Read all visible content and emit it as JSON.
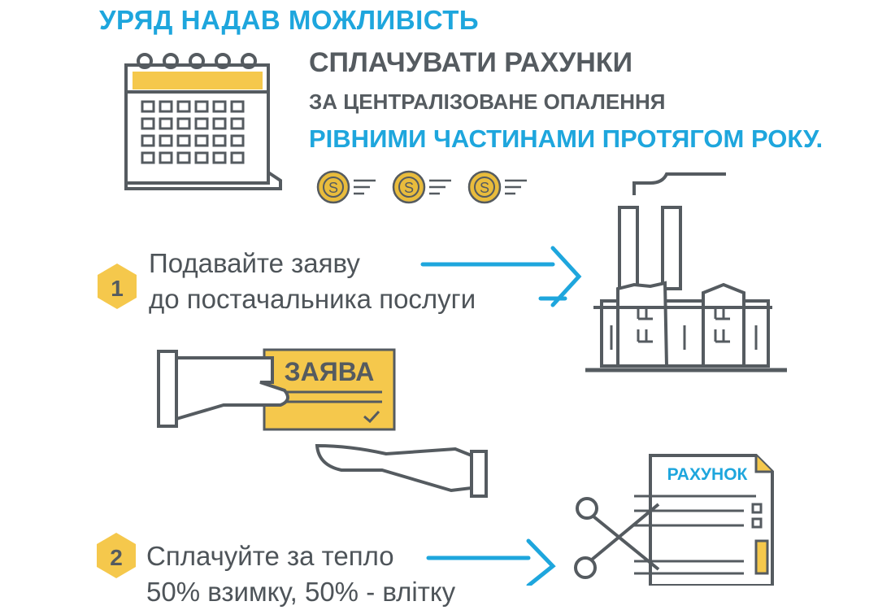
{
  "header": {
    "top_line": "УРЯД НАДАВ МОЖЛИВІСТЬ",
    "main_line": "СПЛАЧУВАТИ РАХУНКИ",
    "sub_line": "ЗА ЦЕНТРАЛІЗОВАНЕ ОПАЛЕННЯ",
    "blue_line": "РІВНИМИ ЧАСТИНАМИ ПРОТЯГОМ РОКУ."
  },
  "steps": [
    {
      "number": "1",
      "line1": "Подавайте заяву",
      "line2": "до постачальника послуги"
    },
    {
      "number": "2",
      "line1": "Сплачуйте за тепло",
      "line2": "50% взимку, 50% - влітку"
    }
  ],
  "labels": {
    "application": "ЗАЯВА",
    "invoice": "РАХУНОК",
    "coin_symbol": "S"
  },
  "colors": {
    "accent_blue": "#1ea6dd",
    "accent_yellow": "#f5c84c",
    "coin_yellow": "#e9bc3c",
    "line_gray": "#555b60"
  }
}
